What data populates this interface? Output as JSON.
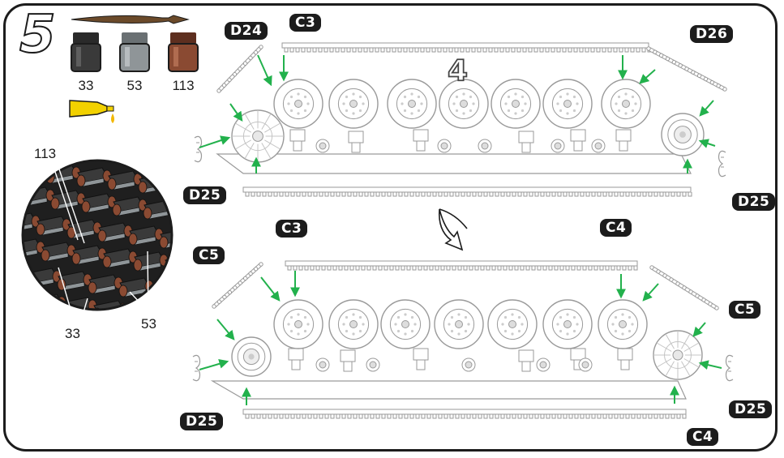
{
  "step_number": "5",
  "subassembly_number": "4",
  "paints": [
    {
      "code": "33",
      "color": "#3a3a3a"
    },
    {
      "code": "53",
      "color": "#8f9598"
    },
    {
      "code": "113",
      "color": "#8a4a32"
    }
  ],
  "tools": {
    "brush": "paint-brush-icon",
    "glue": "glue-tube-icon"
  },
  "detail_view": {
    "callouts": [
      "113",
      "33",
      "53"
    ],
    "colors": {
      "track_dark": "#3a3a3a",
      "track_grey": "#8f9598",
      "track_brown": "#8a4a32"
    }
  },
  "top_assembly": {
    "labels": {
      "d24": "D24",
      "c3": "C3",
      "d26": "D26",
      "d25_left": "D25",
      "d25_right": "D25",
      "c4": "C4"
    }
  },
  "bottom_assembly": {
    "labels": {
      "c3": "C3",
      "c5_left": "C5",
      "c5_right": "C5",
      "d25_left": "D25",
      "d25_right": "D25",
      "c4": "C4"
    }
  },
  "colors": {
    "arrow": "#22b14c",
    "frame": "#1c1c1c",
    "line_art": "#b8b8b8"
  }
}
